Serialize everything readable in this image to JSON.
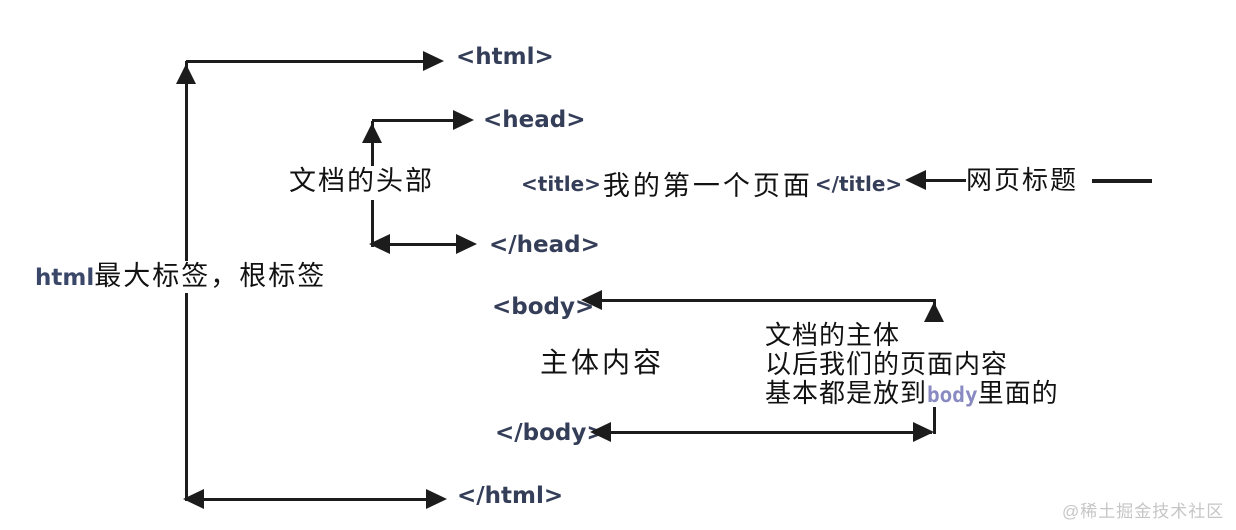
{
  "diagram": {
    "tags": {
      "html_open": "<html>",
      "head_open": "<head>",
      "title_open": "<title>",
      "title_text": "我的第一个页面",
      "title_close": "</title>",
      "head_close": "</head>",
      "body_open": "<body>",
      "body_close": "</body>",
      "html_close": "</html>"
    },
    "labels": {
      "root_latin": "html",
      "root_zh": "最大标签，根标签",
      "doc_head": "文档的头部",
      "page_title": "网页标题",
      "body_content": "主体内容",
      "note_line1": "文档的主体",
      "note_line2": "以后我们的页面内容",
      "note_line3_pre": "基本都是放到",
      "note_line3_code": "body",
      "note_line3_post": "里面的"
    },
    "watermark": "@稀土掘金技术社区",
    "colors": {
      "line": "#1c1c1c",
      "tag_text": "#353e58",
      "text": "#121212",
      "code_accent": "#8a8ac2",
      "watermark": "#c6c6c6",
      "background": "#ffffff"
    }
  }
}
